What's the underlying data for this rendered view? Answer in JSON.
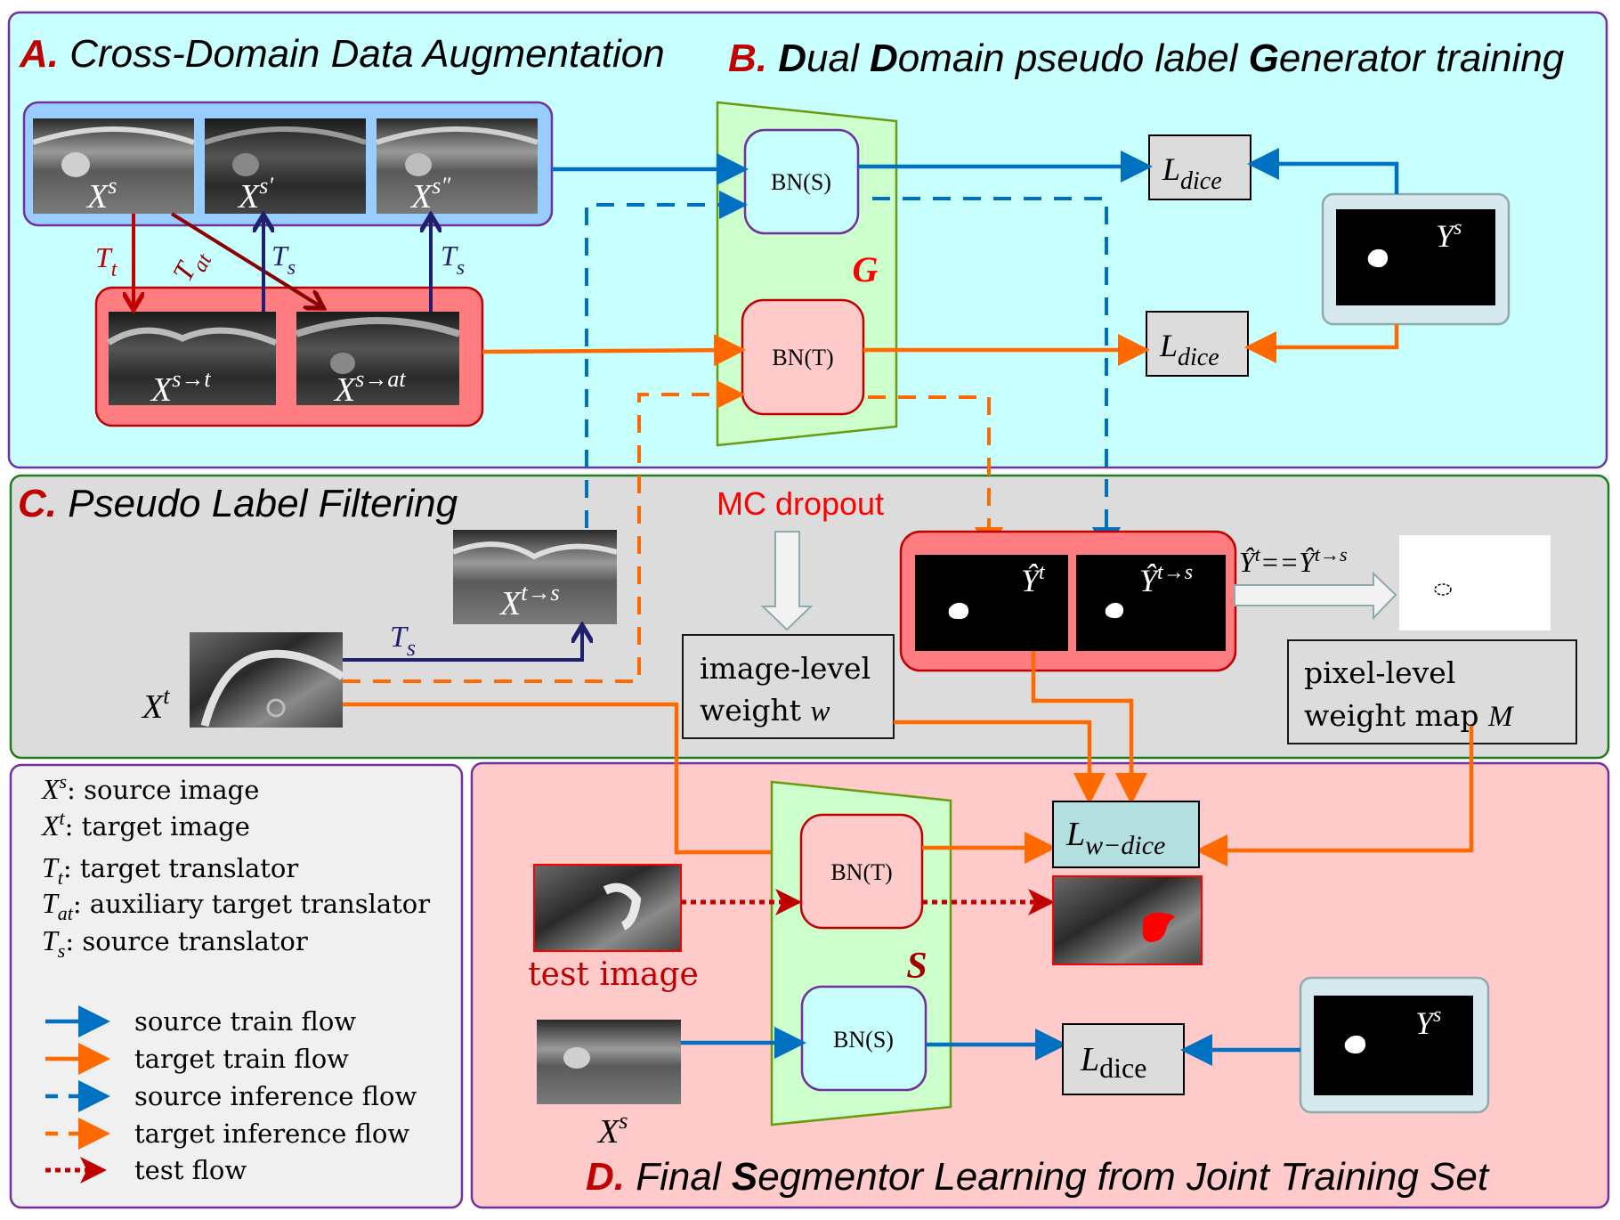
{
  "colors": {
    "panel_ab_bg": "#c8ffff",
    "panel_c_bg": "#dcdcdc",
    "panel_d_bg": "#ffcaca",
    "legend_bg": "#f0f0f0",
    "source_flow": "#0070c0",
    "target_flow": "#ff6a00",
    "test_flow": "#c00000",
    "translator_ts": "#1f1f6e",
    "translator_tt": "#c00000",
    "translator_tat": "#8b0000",
    "section_letter": "#c00000",
    "network_fill": "#ccffcc"
  },
  "panelA": {
    "letter": "A.",
    "title": "Cross-Domain Data Augmentation",
    "source_images": [
      {
        "base": "X",
        "sup": "s"
      },
      {
        "base": "X",
        "sup": "s′"
      },
      {
        "base": "X",
        "sup": "s″"
      }
    ],
    "translated_images": [
      {
        "base": "X",
        "sup": "s→t"
      },
      {
        "base": "X",
        "sup": "s→at"
      }
    ],
    "arrow_labels": {
      "tt": {
        "base": "T",
        "sub": "t"
      },
      "tat": {
        "base": "T",
        "sub": "at"
      },
      "ts1": {
        "base": "T",
        "sub": "s"
      },
      "ts2": {
        "base": "T",
        "sub": "s"
      }
    }
  },
  "panelB": {
    "letter": "B.",
    "title_parts": [
      {
        "text": "D",
        "bold": true
      },
      {
        "text": "ual ",
        "bold": false
      },
      {
        "text": "D",
        "bold": true
      },
      {
        "text": "omain pseudo label ",
        "bold": false
      },
      {
        "text": "G",
        "bold": true
      },
      {
        "text": "enerator training",
        "bold": false
      }
    ],
    "network_label": "G",
    "bn_source": "BN(S)",
    "bn_target": "BN(T)",
    "loss_top": {
      "base": "L",
      "sub": "dice"
    },
    "loss_bottom": {
      "base": "L",
      "sub": "dice"
    },
    "label_image": {
      "base": "Y",
      "sup": "s"
    }
  },
  "panelC": {
    "letter": "C.",
    "title": "Pseudo Label Filtering",
    "target_image": {
      "base": "X",
      "sup": "t"
    },
    "translated_image": {
      "base": "X",
      "sup": "t→s"
    },
    "ts_label": {
      "base": "T",
      "sub": "s"
    },
    "mc_dropout": "MC dropout",
    "image_weight_line1": "image-level",
    "image_weight_line2": "weight ",
    "image_weight_var": "w",
    "pred_t": {
      "base": "Ŷ",
      "sup": "t"
    },
    "pred_ts": {
      "base": "Ŷ",
      "sup": "t→s"
    },
    "equality": {
      "lhs_base": "Ŷ",
      "lhs_sup": "t",
      "op": "==",
      "rhs_base": "Ŷ",
      "rhs_sup": "t→s"
    },
    "pixel_weight_line1": "pixel-level",
    "pixel_weight_line2": "weight map ",
    "pixel_weight_var": "M"
  },
  "panelD": {
    "letter": "D.",
    "title_parts": [
      {
        "text": "Final ",
        "bold": false
      },
      {
        "text": "S",
        "bold": true
      },
      {
        "text": "egmentor Learning from Joint Training Set",
        "bold": false
      }
    ],
    "network_label": "S",
    "bn_target": "BN(T)",
    "bn_source": "BN(S)",
    "loss_weighted": {
      "base": "L",
      "sub": "w−dice"
    },
    "loss_dice": {
      "base": "L",
      "sub": "dice"
    },
    "test_image_label": "test image",
    "source_image": {
      "base": "X",
      "sup": "s"
    },
    "label_image": {
      "base": "Y",
      "sup": "s"
    }
  },
  "legend": {
    "definitions": [
      {
        "base": "X",
        "sup": "s",
        "sub": "",
        "desc": ": source image"
      },
      {
        "base": "X",
        "sup": "t",
        "sub": "",
        "desc": ": target image"
      },
      {
        "base": "T",
        "sup": "",
        "sub": "t",
        "desc": ": target translator"
      },
      {
        "base": "T",
        "sup": "",
        "sub": "at",
        "desc": ": auxiliary target translator"
      },
      {
        "base": "T",
        "sup": "",
        "sub": "s",
        "desc": ": source translator"
      }
    ],
    "flows": [
      {
        "label": "source train flow",
        "style": "solid",
        "color": "source"
      },
      {
        "label": "target train flow",
        "style": "solid",
        "color": "target"
      },
      {
        "label": "source inference flow",
        "style": "dashed",
        "color": "source"
      },
      {
        "label": "target inference flow",
        "style": "dashed",
        "color": "target"
      },
      {
        "label": "test flow",
        "style": "dotted",
        "color": "test"
      }
    ]
  }
}
